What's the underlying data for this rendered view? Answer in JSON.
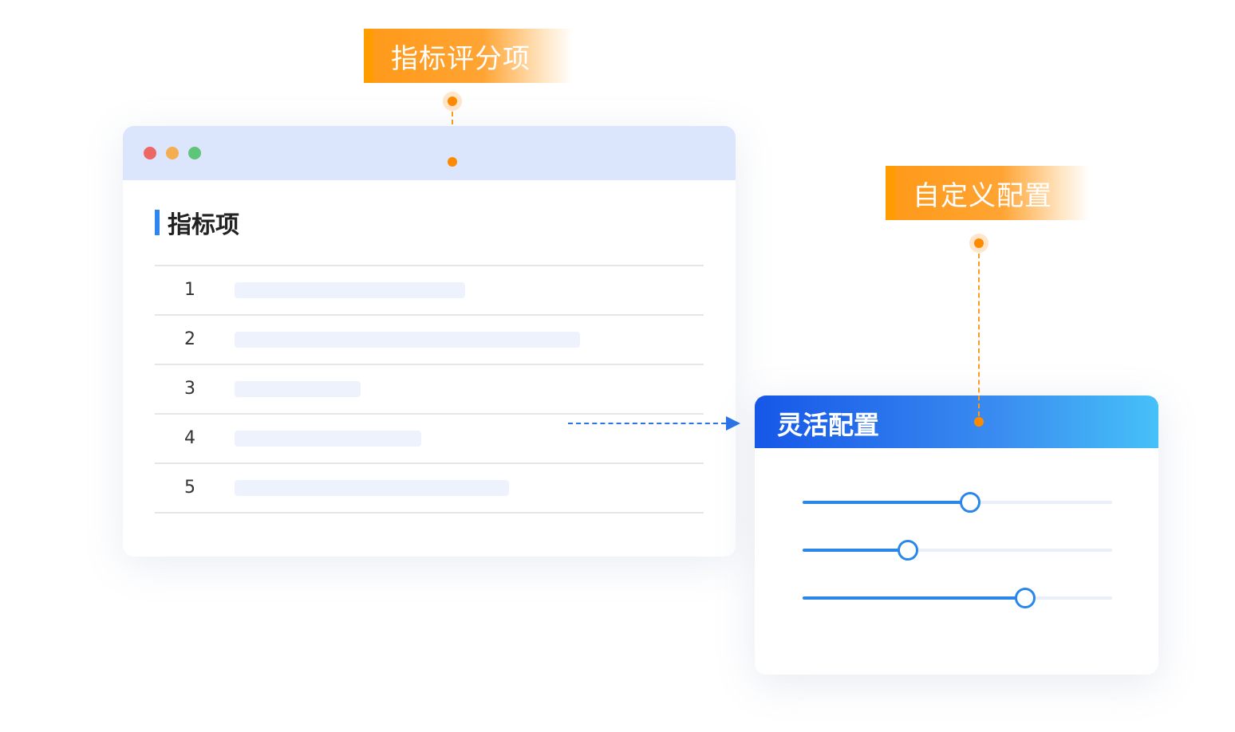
{
  "callouts": {
    "top": {
      "label": "指标评分项"
    },
    "right": {
      "label": "自定义配置"
    }
  },
  "main_window": {
    "traffic_lights": [
      "red",
      "yellow",
      "green"
    ],
    "section_title": "指标项",
    "rows": [
      {
        "num": "1",
        "bar_fraction": 0.42
      },
      {
        "num": "2",
        "bar_fraction": 0.63
      },
      {
        "num": "3",
        "bar_fraction": 0.23
      },
      {
        "num": "4",
        "bar_fraction": 0.34
      },
      {
        "num": "5",
        "bar_fraction": 0.5
      }
    ]
  },
  "config_panel": {
    "title": "灵活配置",
    "sliders": [
      {
        "value": 0.54
      },
      {
        "value": 0.34
      },
      {
        "value": 0.72
      }
    ]
  },
  "colors": {
    "accent_orange": "#ff9a1a",
    "accent_blue": "#2b86ea",
    "header_blue_start": "#1657e8",
    "header_blue_end": "#46c1f8",
    "titlebar": "#dbe5fb"
  }
}
